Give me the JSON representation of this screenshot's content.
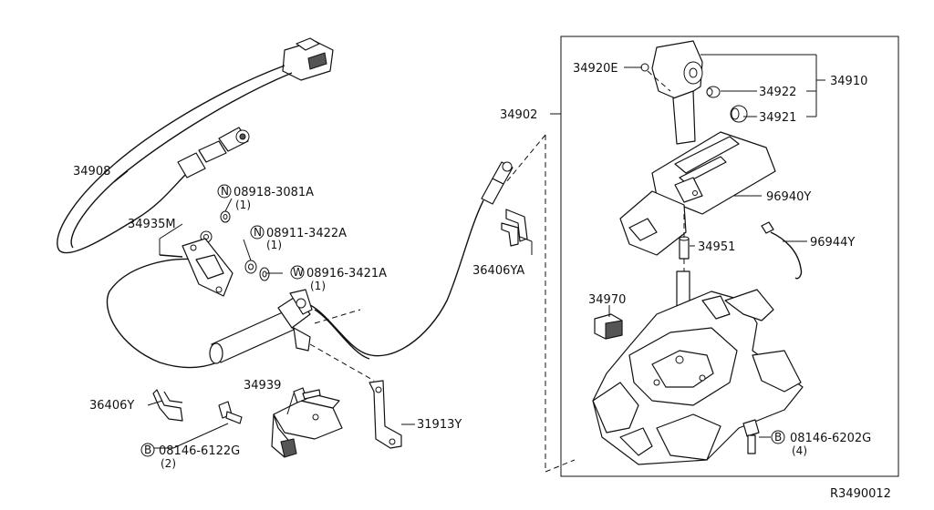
{
  "diagram_id": "R3490012",
  "callouts": {
    "p34908": "34908",
    "p34935M": "34935M",
    "p08918_3081A": "08918-3081A",
    "p08918_qty": "(1)",
    "p08911_3422A": "08911-3422A",
    "p08911_qty": "(1)",
    "p08916_3421A": "08916-3421A",
    "p08916_qty": "(1)",
    "p36406YA": "36406YA",
    "p36406Y": "36406Y",
    "p34939": "34939",
    "p08146_6122G": "08146-6122G",
    "p08146_6122G_qty": "(2)",
    "p31913Y": "31913Y",
    "p34902": "34902",
    "p34920E": "34920E",
    "p34922": "34922",
    "p34921": "34921",
    "p34910": "34910",
    "p96940Y": "96940Y",
    "p34951": "34951",
    "p96944Y": "96944Y",
    "p34970": "34970",
    "p08146_6202G": "08146-6202G",
    "p08146_6202G_qty": "(4)"
  },
  "prefix_symbols": {
    "n1": "N",
    "n2": "N",
    "w": "W",
    "b1": "B",
    "b2": "B"
  }
}
